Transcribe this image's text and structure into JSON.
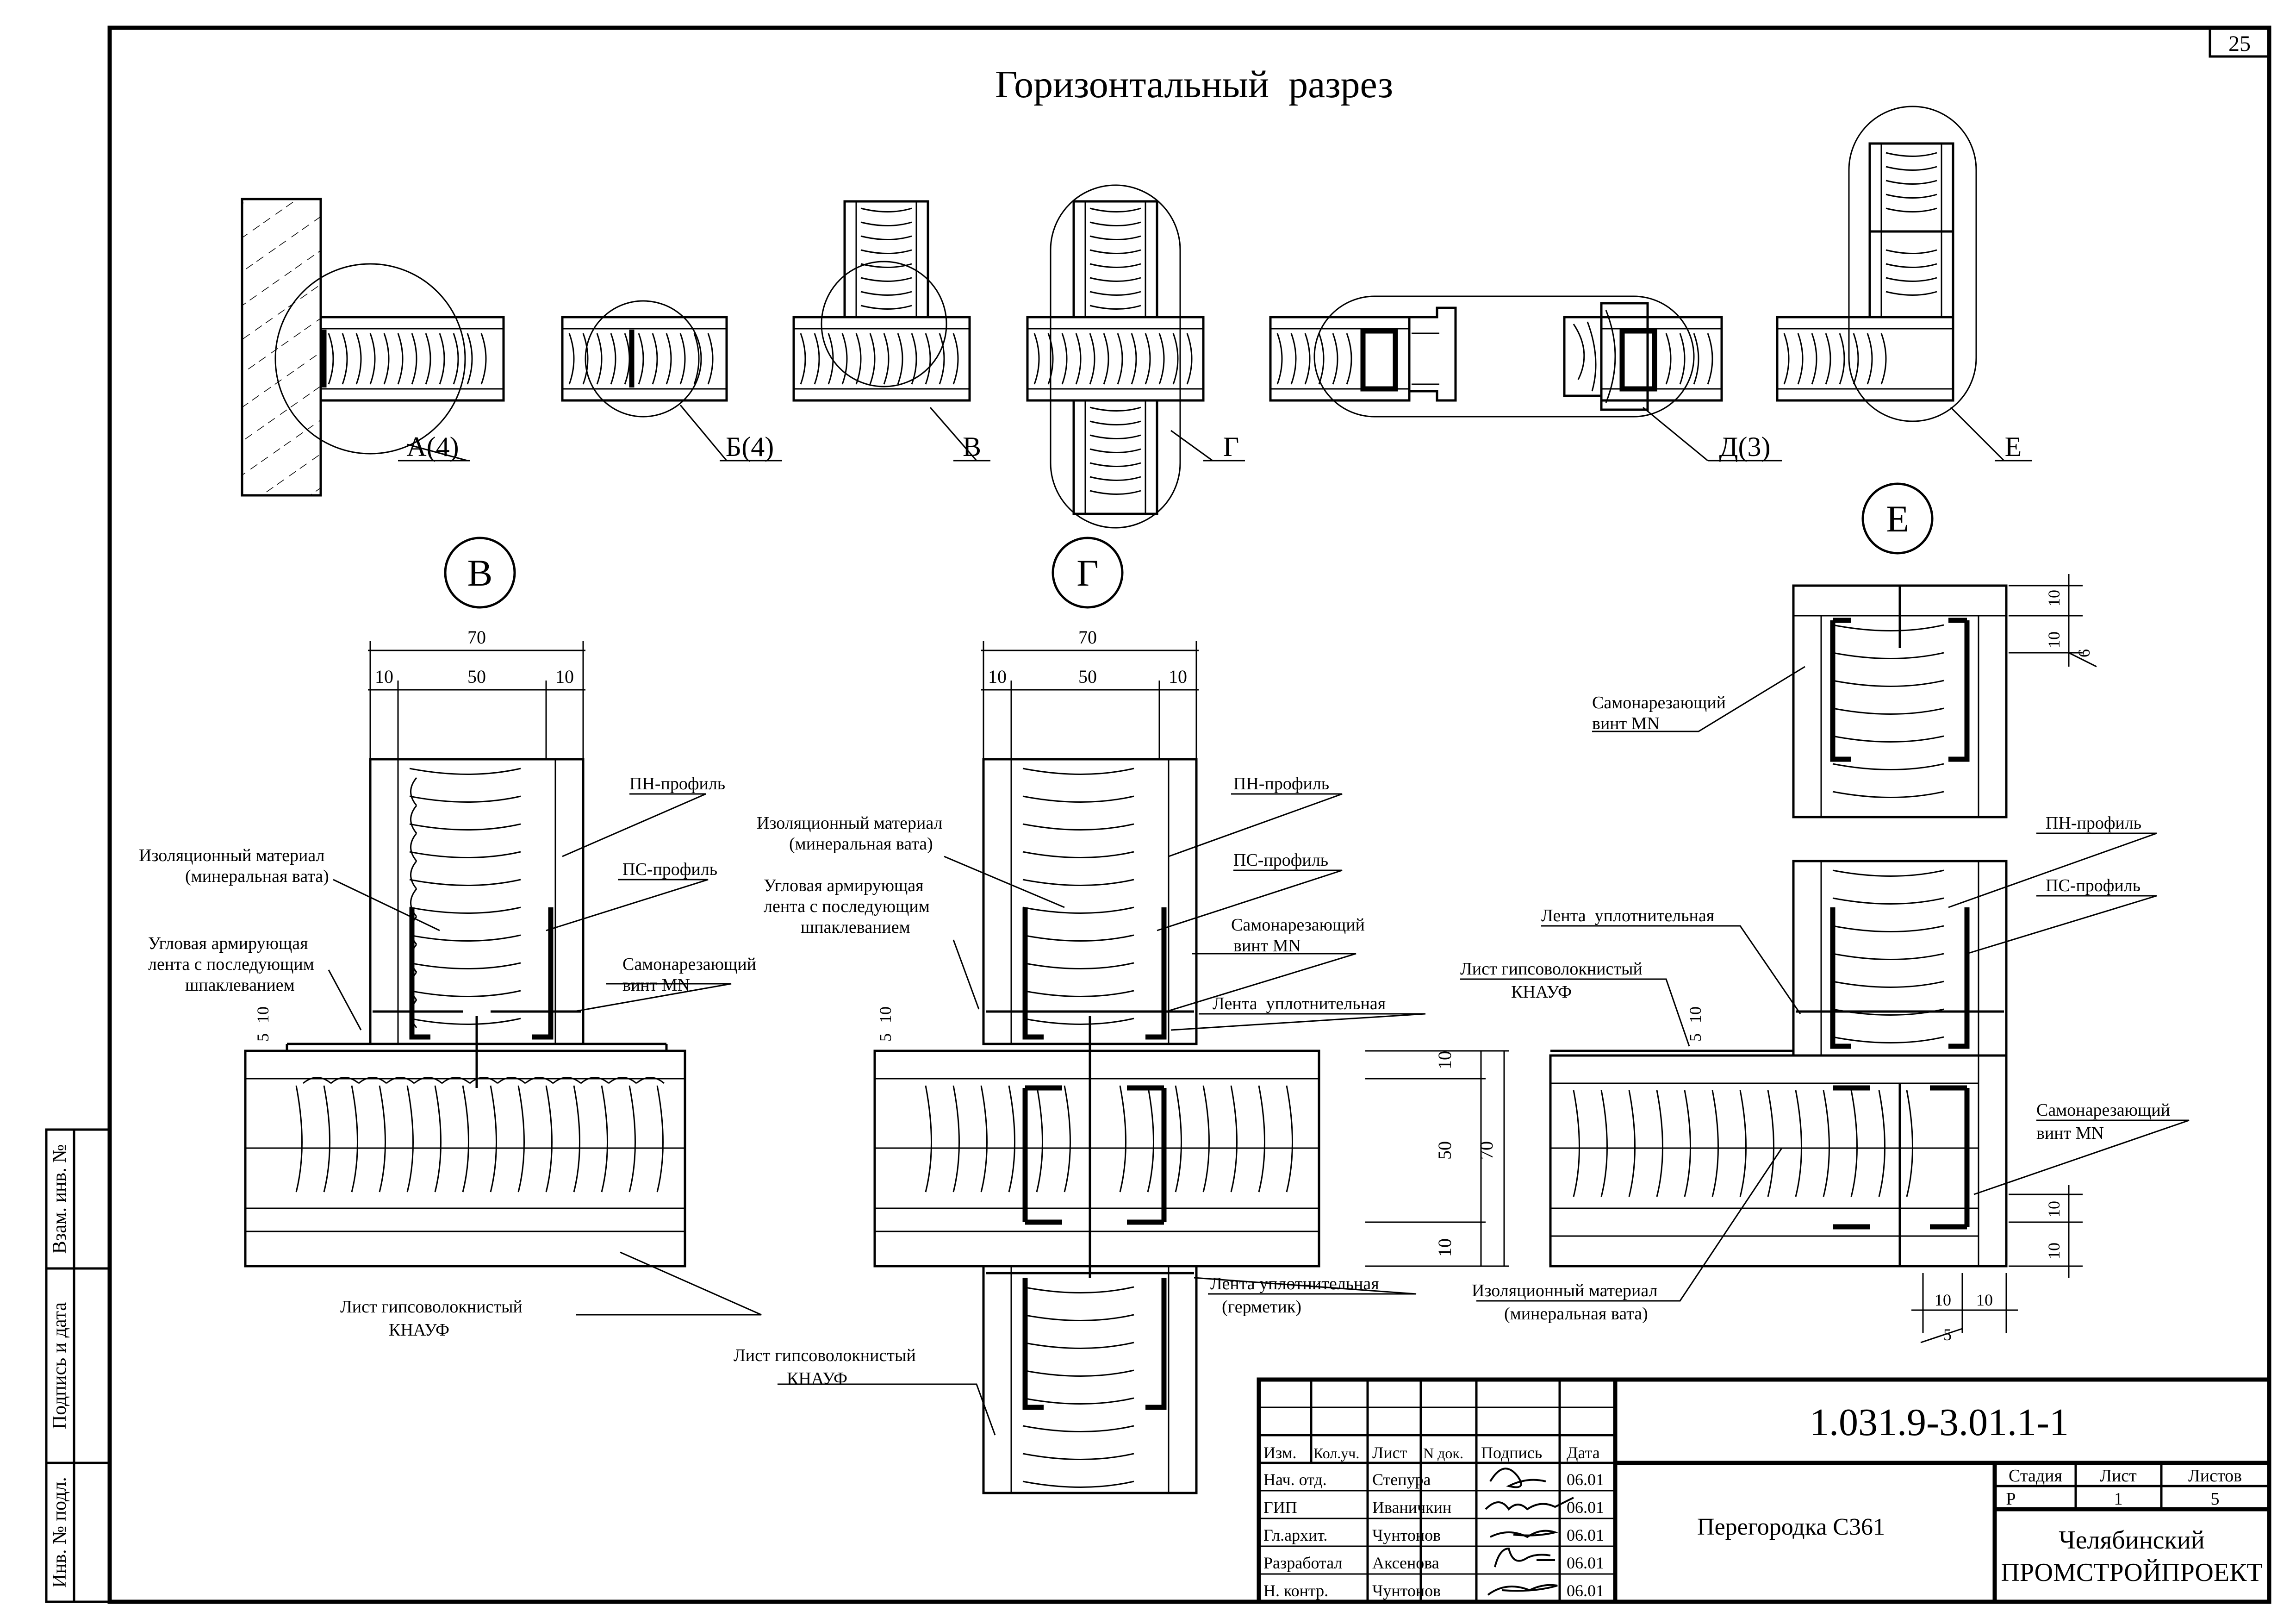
{
  "page_number": "25",
  "title": "Горизонтальный  разрез",
  "overview_labels": [
    "А(4)",
    "Б(4)",
    "В",
    "Г",
    "Д(3)",
    "Е"
  ],
  "details": {
    "v": {
      "letter": "В",
      "dims": {
        "total": "70",
        "left": "10",
        "mid": "50",
        "right": "10",
        "v1": "5",
        "v2": "10"
      },
      "callouts": {
        "pn": "ПН-профиль",
        "insul1": "Изоляционный материал",
        "insul2": "(минеральная вата)",
        "ps": "ПС-профиль",
        "tape1": "Угловая армирующая",
        "tape2": "лента с последующим",
        "tape3": "шпаклеванием",
        "screw1": "Самонарезающий",
        "screw2": "винт MN",
        "sheet1": "Лист гипсоволокнистый",
        "sheet2": "КНАУФ"
      }
    },
    "g": {
      "letter": "Г",
      "dims": {
        "total": "70",
        "left": "10",
        "mid": "50",
        "right": "10",
        "v1": "5",
        "v2": "10",
        "r1": "10",
        "r2": "50",
        "r3": "10",
        "rt": "70"
      },
      "callouts": {
        "pn": "ПН-профиль",
        "insul1": "Изоляционный материал",
        "insul2": "(минеральная вата)",
        "ps": "ПС-профиль",
        "tape1": "Угловая армирующая",
        "tape2": "лента с последующим",
        "tape3": "шпаклеванием",
        "screw1": "Самонарезающий",
        "screw2": "винт MN",
        "seal": "Лента  уплотнительная",
        "seal2a": "Лента уплотнительная",
        "seal2b": "(герметик)",
        "sheet1": "Лист гипсоволокнистый",
        "sheet2": "КНАУФ"
      }
    },
    "e": {
      "letter": "Е",
      "dims": {
        "t1": "10",
        "t2": "10",
        "t3": "6",
        "v1": "5",
        "v2": "10",
        "b1": "10",
        "b2": "10",
        "h1": "10",
        "h2": "10",
        "h3": "5"
      },
      "callouts": {
        "screw_top1": "Самонарезающий",
        "screw_top2": "винт MN",
        "pn": "ПН-профиль",
        "ps": "ПС-профиль",
        "seal": "Лента  уплотнительная",
        "sheet1": "Лист гипсоволокнистый",
        "sheet2": "КНАУФ",
        "screw_r1": "Самонарезающий",
        "screw_r2": "винт MN",
        "insul1": "Изоляционный материал",
        "insul2": "(минеральная вата)"
      }
    }
  },
  "side_stamp": [
    "Взам. инв. №",
    "Подпись и дата",
    "Инв. № подл."
  ],
  "title_block": {
    "code": "1.031.9-3.01.1-1",
    "headers": [
      "Изм.",
      "Кол.уч.",
      "Лист",
      "N док.",
      "Подпись",
      "Дата"
    ],
    "rows": [
      {
        "role": "Нач. отд.",
        "name": "Степура",
        "date": "06.01"
      },
      {
        "role": "ГИП",
        "name": "Иваничкин",
        "date": "06.01"
      },
      {
        "role": "Гл.архит.",
        "name": "Чунтонов",
        "date": "06.01"
      },
      {
        "role": "Разработал",
        "name": "Аксенова",
        "date": "06.01"
      },
      {
        "role": "Н. контр.",
        "name": "Чунтонов",
        "date": "06.01"
      }
    ],
    "doc_name": "Перегородка С361",
    "stage_label": "Стадия",
    "sheet_label": "Лист",
    "sheets_label": "Листов",
    "stage": "Р",
    "sheet": "1",
    "sheets": "5",
    "org1": "Челябинский",
    "org2": "ПРОМСТРОЙПРОЕКТ"
  }
}
